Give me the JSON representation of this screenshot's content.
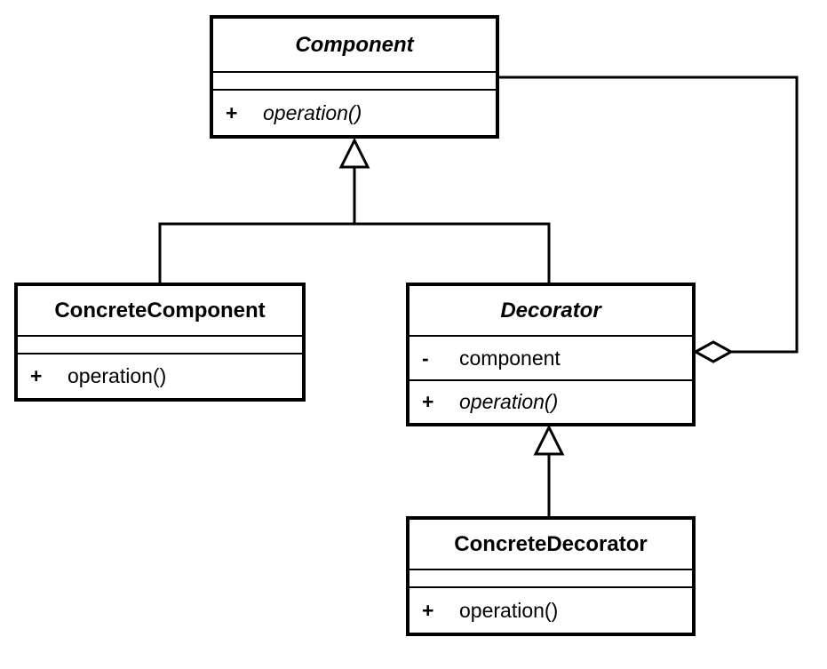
{
  "diagram": {
    "kind": "uml-class-diagram",
    "background_color": "#ffffff",
    "line_color": "#000000",
    "classes": {
      "component": {
        "name": "Component",
        "abstract": true,
        "attributes": [],
        "operations": [
          {
            "visibility": "+",
            "name": "operation()",
            "abstract": true
          }
        ]
      },
      "concrete_component": {
        "name": "ConcreteComponent",
        "abstract": false,
        "attributes": [],
        "operations": [
          {
            "visibility": "+",
            "name": "operation()",
            "abstract": false
          }
        ]
      },
      "decorator": {
        "name": "Decorator",
        "abstract": true,
        "attributes": [
          {
            "visibility": "-",
            "name": "component"
          }
        ],
        "operations": [
          {
            "visibility": "+",
            "name": "operation()",
            "abstract": true
          }
        ]
      },
      "concrete_decorator": {
        "name": "ConcreteDecorator",
        "abstract": false,
        "attributes": [],
        "operations": [
          {
            "visibility": "+",
            "name": "operation()",
            "abstract": false
          }
        ]
      }
    },
    "relationships": [
      {
        "type": "generalization",
        "from": "ConcreteComponent",
        "to": "Component"
      },
      {
        "type": "generalization",
        "from": "Decorator",
        "to": "Component"
      },
      {
        "type": "generalization",
        "from": "ConcreteDecorator",
        "to": "Decorator"
      },
      {
        "type": "aggregation",
        "owner": "Decorator",
        "part": "Component"
      }
    ]
  }
}
